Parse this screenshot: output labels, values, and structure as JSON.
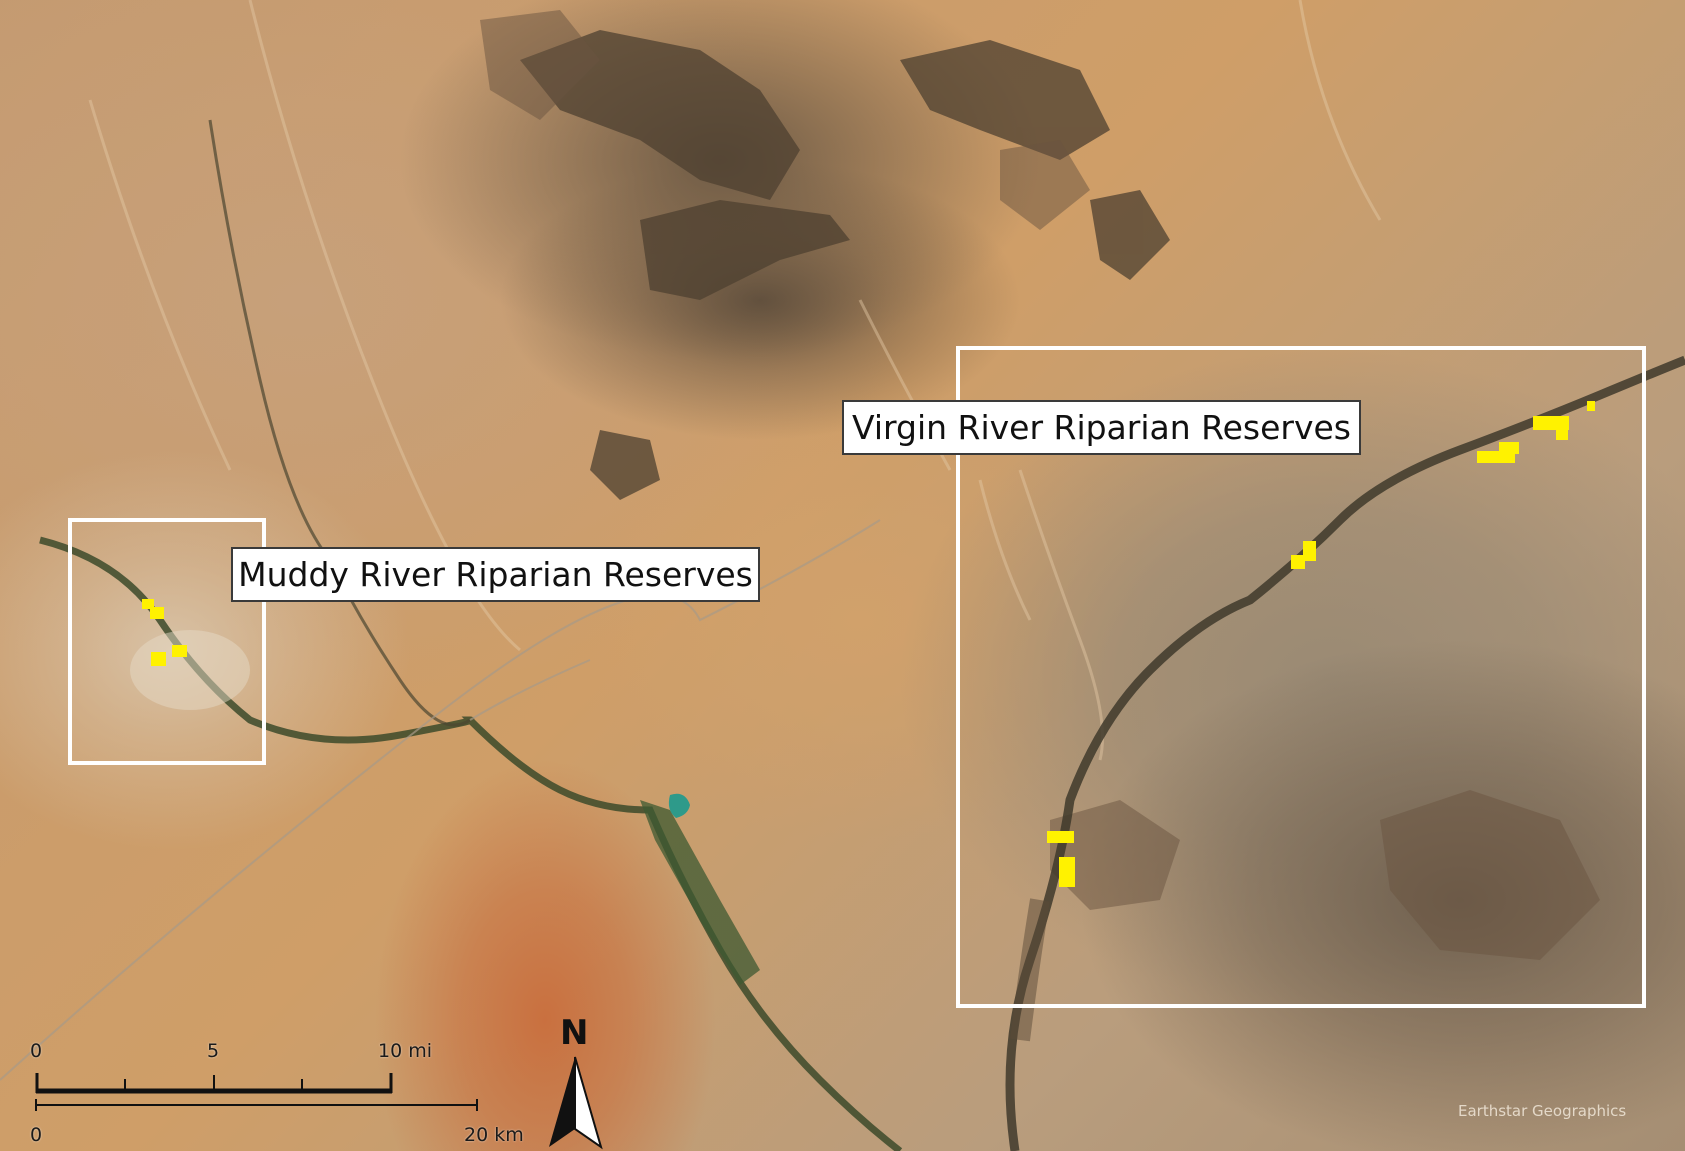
{
  "labels": {
    "virgin": "Virgin River Riparian Reserves",
    "muddy": "Muddy River Riparian Reserves"
  },
  "scale_bar": {
    "miles": [
      "0",
      "5",
      "10 mi"
    ],
    "kilometers": [
      "0",
      "20 km"
    ]
  },
  "north_arrow": "N",
  "attribution": "Earthstar Geographics",
  "colors": {
    "reserve_fill": "#fff200",
    "box_outline": "#ffffff",
    "water": "#2e9a8a"
  }
}
